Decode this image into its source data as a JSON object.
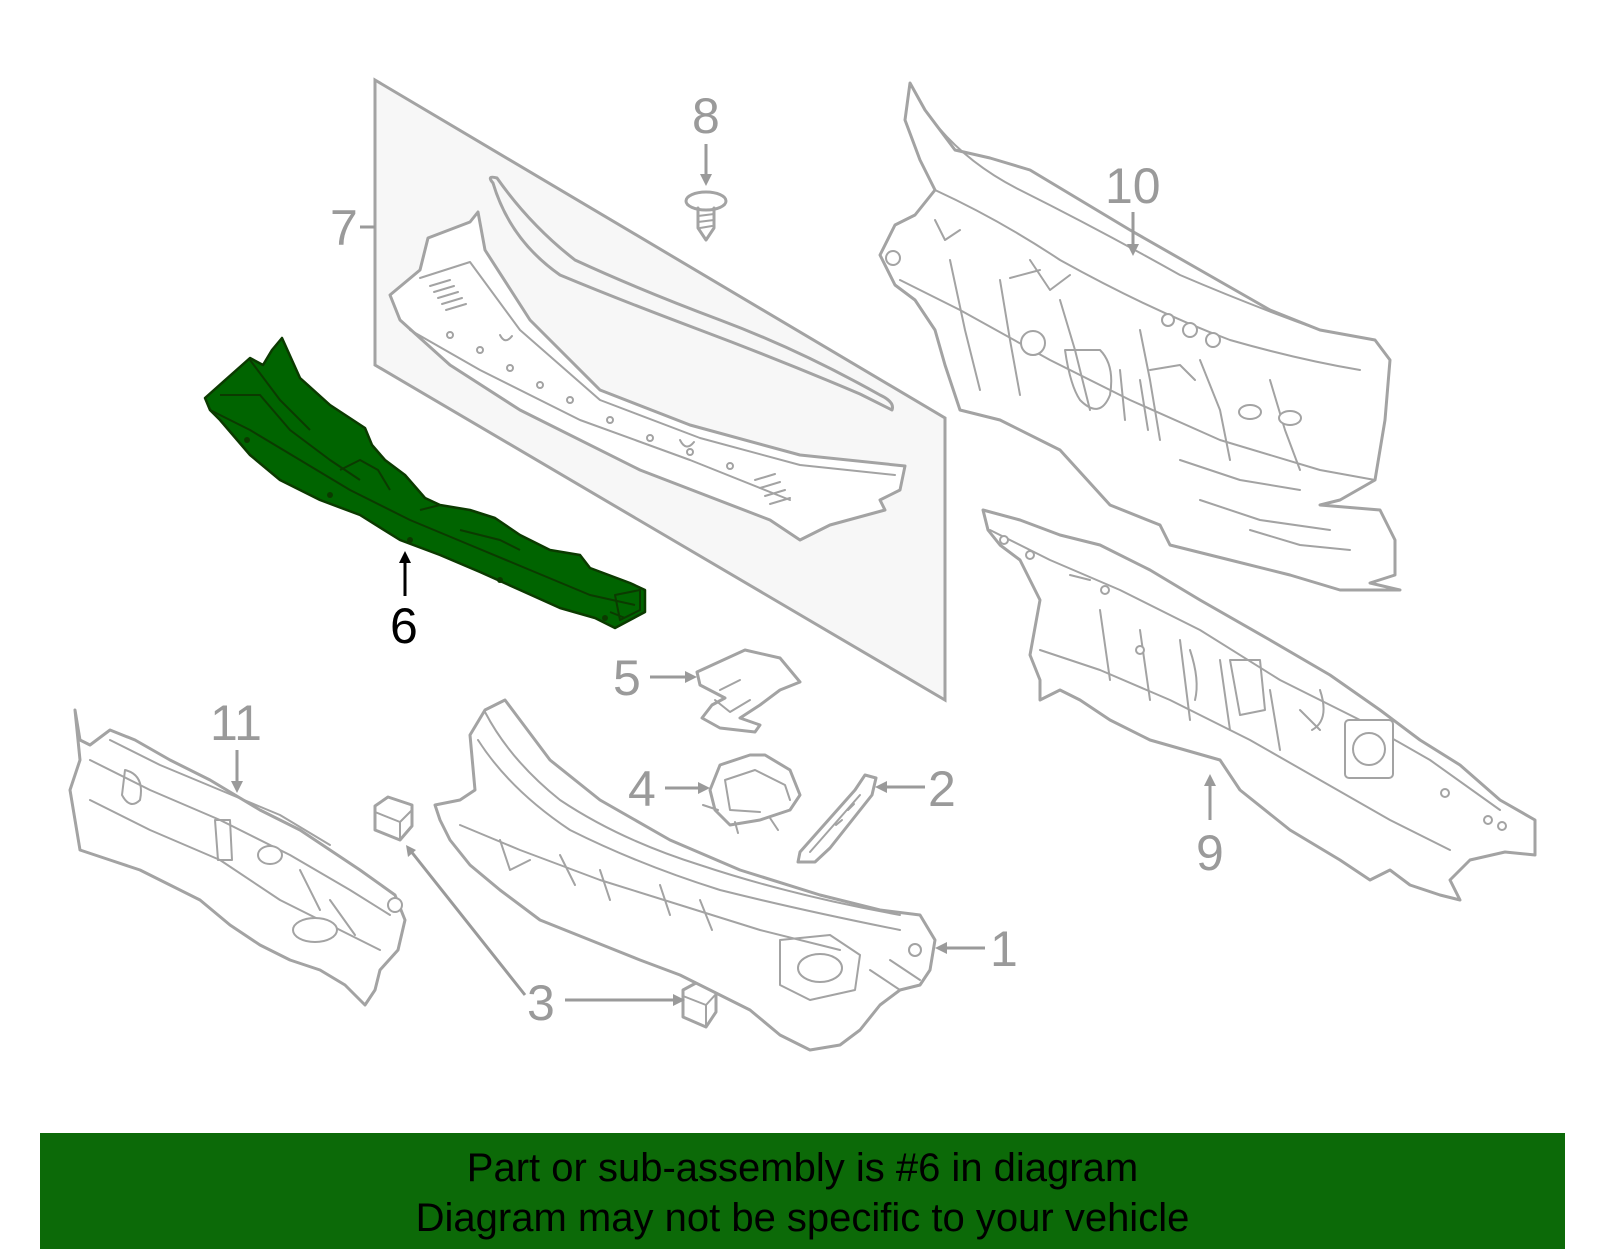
{
  "diagram": {
    "callouts": {
      "p1": "1",
      "p2": "2",
      "p3": "3",
      "p4": "4",
      "p5": "5",
      "p6": "6",
      "p7": "7",
      "p8": "8",
      "p9": "9",
      "p10": "10",
      "p11": "11"
    },
    "highlighted_part": "6",
    "highlight_color": "#006400",
    "line_color": "#a3a3a3",
    "panel_color": "#f7f7f7"
  },
  "banner": {
    "line1": "Part or sub-assembly is #6 in diagram",
    "line2": "Diagram may not be specific to your vehicle",
    "background": "#0c6a08"
  }
}
